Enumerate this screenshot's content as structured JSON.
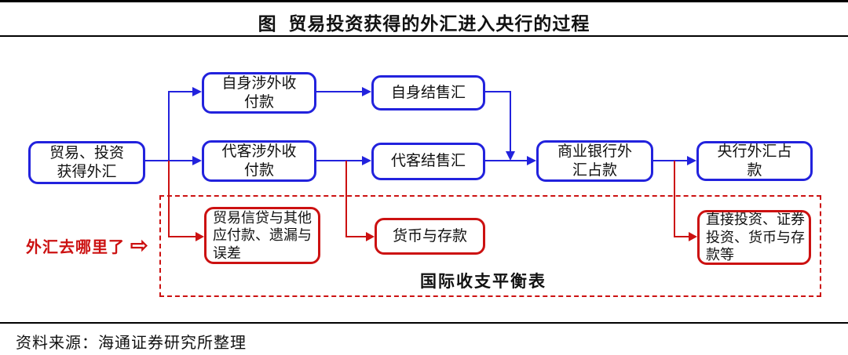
{
  "header": {
    "title": "图  贸易投资获得的外汇进入央行的过程"
  },
  "footer": {
    "source": "资料来源：海通证券研究所整理"
  },
  "colors": {
    "blue": "#2222dd",
    "red": "#cc1111",
    "ink": "#111111"
  },
  "nodes": {
    "trade_fx": {
      "label": "贸易、投资\n获得外汇"
    },
    "self_receipts": {
      "label": "自身涉外收\n付款"
    },
    "self_settlement": {
      "label": "自身结售汇"
    },
    "client_receipts": {
      "label": "代客涉外收\n付款"
    },
    "client_settlement": {
      "label": "代客结售汇"
    },
    "commercial_bank": {
      "label": "商业银行外\n汇占款"
    },
    "central_bank": {
      "label": "央行外汇占\n款"
    },
    "trade_credit": {
      "label": "贸易信贷与其他\n应付款、遗漏与\n误差"
    },
    "money_deposit": {
      "label": "货币与存款"
    },
    "direct_invest": {
      "label": "直接投资、证券\n投资、货币与存\n款等"
    }
  },
  "annotations": {
    "bop_label": "国际收支平衡表",
    "fx_where_label": "外汇去哪里了",
    "fx_where_arrow": "⇨"
  }
}
